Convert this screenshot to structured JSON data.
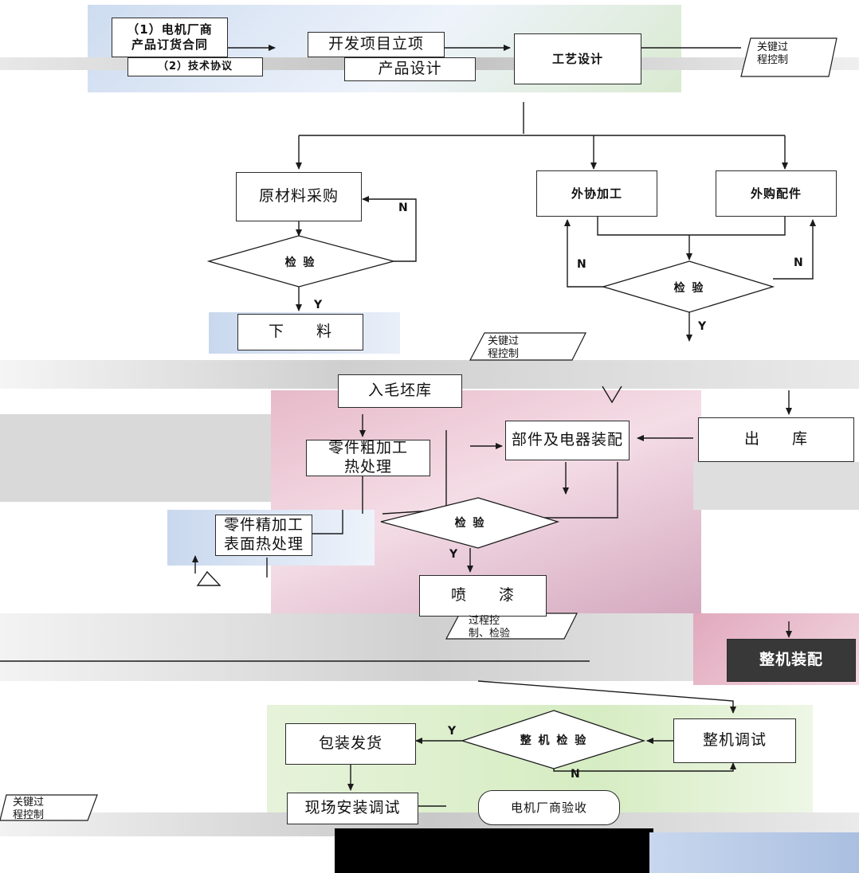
{
  "colors": {
    "line": "#2b2b2b",
    "blue_wash": "#c9d8ee",
    "pink_wash": "#e6b8c8",
    "green_wash": "#dcefc8",
    "gray_wash": "#d6d6d6",
    "dark_box": "#383838"
  },
  "nodes": {
    "contract": "（1）电机厂商\n产品订货合同",
    "tech_agreement": "（2）技术协议",
    "project_setup": "开发项目立项",
    "product_design": "产品设计",
    "process_design": "工艺设计",
    "material_purchase": "原材料采购",
    "outsourced_processing": "外协加工",
    "purchased_parts": "外购配件",
    "blanking": "下　　料",
    "blank_storage": "入毛坯库",
    "rough_machining": "零件粗加工\n热处理",
    "finish_machining": "零件精加工\n表面热处理",
    "component_assembly": "部件及电器装配",
    "warehouse_out": "出　　库",
    "spray_paint": "喷　　漆",
    "final_assembly": "整机装配",
    "machine_debug": "整机调试",
    "packing_shipping": "包装发货",
    "site_install": "现场安装调试",
    "customer_acceptance": "电机厂商验收"
  },
  "decisions": {
    "inspect_material": "检 验",
    "inspect_parts": "检 验",
    "inspect_paint": "检 验",
    "inspect_machine": "整 机 检 验"
  },
  "branch_labels": {
    "yes": "Y",
    "no": "N"
  },
  "key_process_tags": {
    "tag_top": "关键过\n程控制",
    "tag_middle": "关键过\n程控制",
    "tag_paint": "过程控\n制、检验",
    "tag_bottom": "关键过\n程控制"
  }
}
